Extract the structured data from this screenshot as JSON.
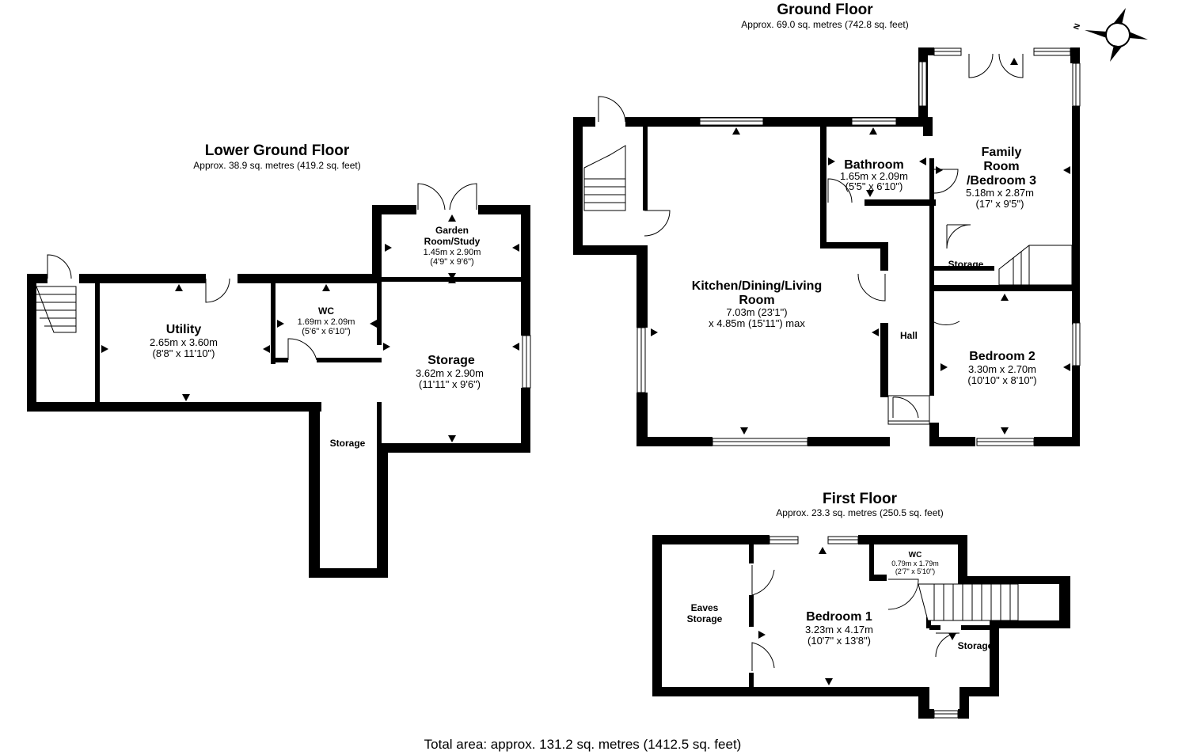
{
  "floors": {
    "lower": {
      "title": "Lower Ground Floor",
      "area": "Approx. 38.9 sq. metres (419.2 sq. feet)",
      "rooms": {
        "garden": {
          "name1": "Garden",
          "name2": "Room/Study",
          "dim1": "1.45m x 2.90m",
          "dim2": "(4'9\" x 9'6\")"
        },
        "utility": {
          "name": "Utility",
          "dim1": "2.65m x 3.60m",
          "dim2": "(8'8\" x 11'10\")"
        },
        "wc": {
          "name": "WC",
          "dim1": "1.69m x 2.09m",
          "dim2": "(5'6\" x 6'10\")"
        },
        "storage": {
          "name": "Storage",
          "dim1": "3.62m x 2.90m",
          "dim2": "(11'11\" x 9'6\")"
        },
        "storage_small": {
          "name": "Storage"
        }
      }
    },
    "ground": {
      "title": "Ground Floor",
      "area": "Approx. 69.0 sq. metres (742.8 sq. feet)",
      "rooms": {
        "kitchen": {
          "name1": "Kitchen/Dining/Living",
          "name2": "Room",
          "dim1": "7.03m (23'1\")",
          "dim2": "x 4.85m (15'11\") max"
        },
        "bathroom": {
          "name": "Bathroom",
          "dim1": "1.65m x 2.09m",
          "dim2": "(5'5\" x 6'10\")"
        },
        "family": {
          "name1": "Family",
          "name2": "Room",
          "name3": "/Bedroom 3",
          "dim1": "5.18m x 2.87m",
          "dim2": "(17' x 9'5\")"
        },
        "storage": {
          "name": "Storage"
        },
        "hall": {
          "name": "Hall"
        },
        "bedroom2": {
          "name": "Bedroom 2",
          "dim1": "3.30m x 2.70m",
          "dim2": "(10'10\" x 8'10\")"
        }
      }
    },
    "first": {
      "title": "First Floor",
      "area": "Approx. 23.3 sq. metres (250.5 sq. feet)",
      "rooms": {
        "eaves": {
          "name1": "Eaves",
          "name2": "Storage"
        },
        "bedroom1": {
          "name": "Bedroom 1",
          "dim1": "3.23m x 4.17m",
          "dim2": "(10'7\" x 13'8\")"
        },
        "wc": {
          "name": "WC",
          "dim1": "0.79m x 1.79m",
          "dim2": "(2'7\" x 5'10\")"
        },
        "storage": {
          "name": "Storage"
        }
      }
    }
  },
  "compass": {
    "label": "N"
  },
  "total": "Total area: approx. 131.2 sq. metres (1412.5 sq. feet)"
}
